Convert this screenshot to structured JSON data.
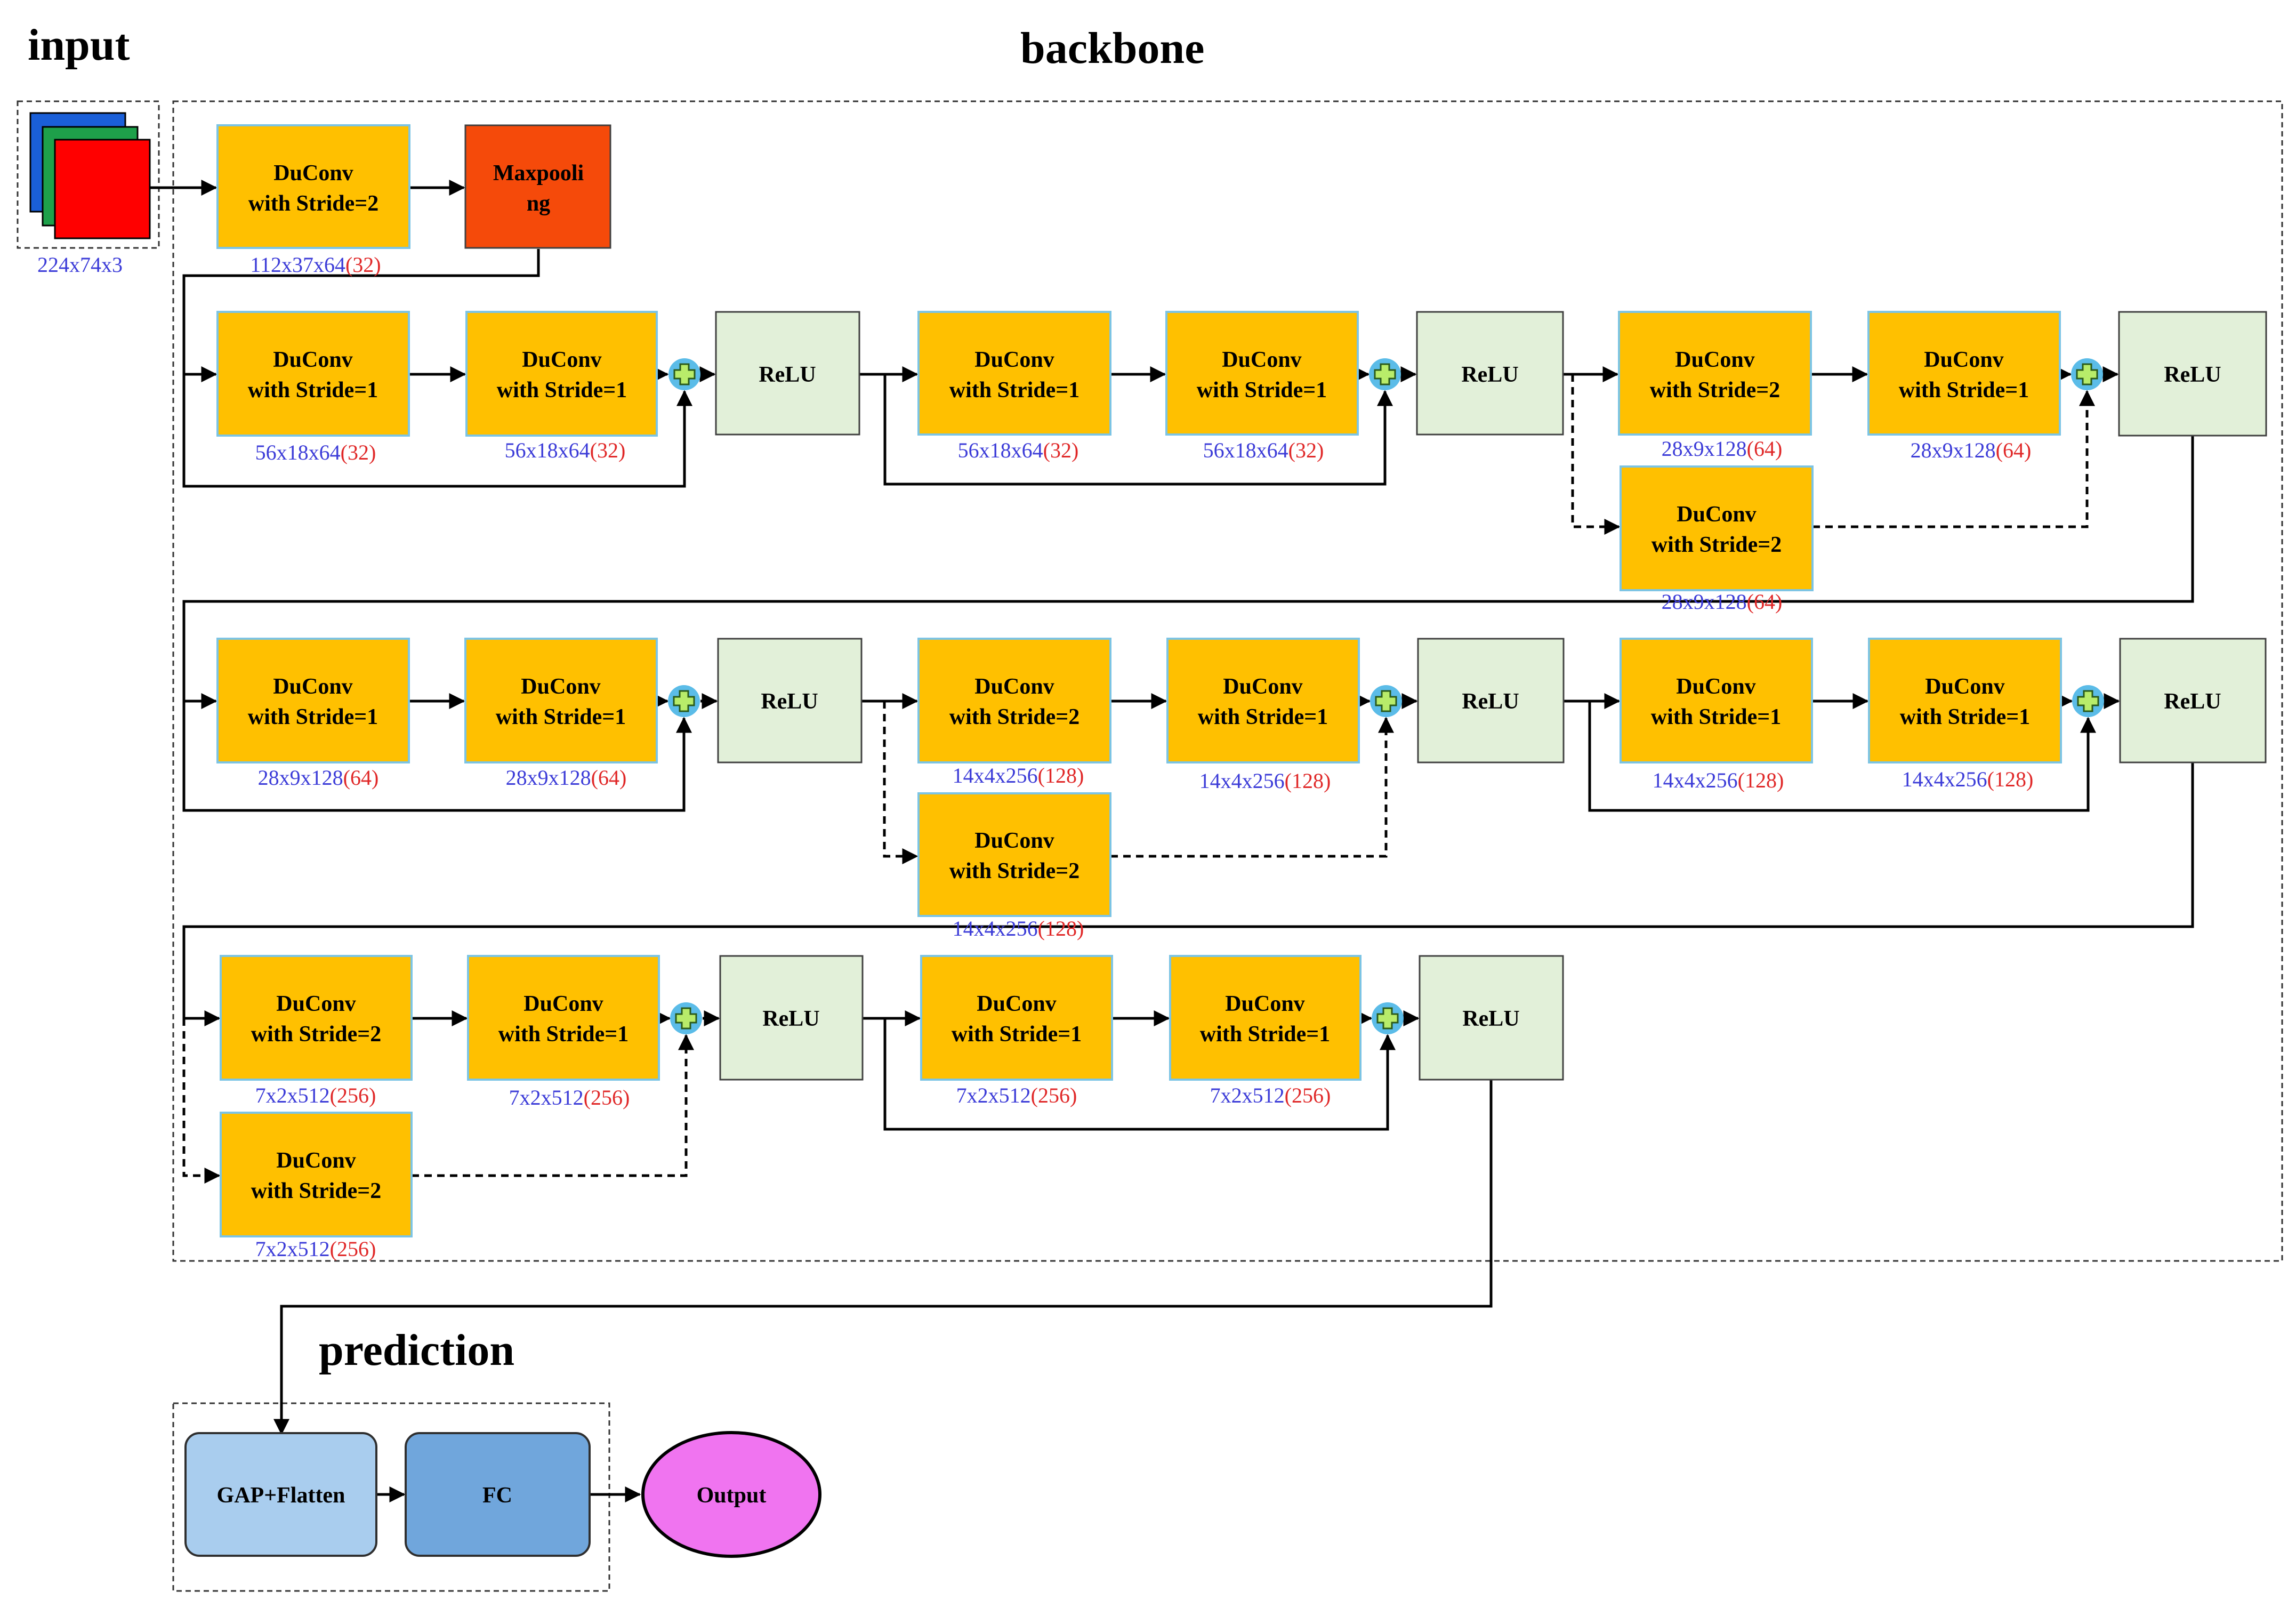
{
  "titles": {
    "input": "input",
    "backbone": "backbone",
    "prediction": "prediction"
  },
  "colors": {
    "duconv": "#ffc000",
    "relu": "#e2f0d9",
    "maxpool": "#f54a0a",
    "gap": "#a9cdee",
    "fc": "#70a6dc",
    "output": "#f074f0",
    "adder": "#5bbce8",
    "dim_blue": "#3c3cd8",
    "dim_red": "#e02828"
  },
  "input_block": {
    "dims": "224x74x3"
  },
  "stem": {
    "duconv": {
      "line1": "DuConv",
      "line2": "with Stride=2",
      "dims": "112x37x64",
      "ch": "(32)"
    },
    "maxpool": {
      "line1": "Maxpooli",
      "line2": "ng"
    }
  },
  "conv": {
    "c1": {
      "line1": "DuConv",
      "line2": "with Stride=1",
      "dims": "56x18x64",
      "ch": "(32)"
    },
    "c2": {
      "line1": "DuConv",
      "line2": "with Stride=1",
      "dims": "56x18x64",
      "ch": "(32)"
    },
    "c3": {
      "line1": "DuConv",
      "line2": "with Stride=1",
      "dims": "56x18x64",
      "ch": "(32)"
    },
    "c4": {
      "line1": "DuConv",
      "line2": "with Stride=1",
      "dims": "56x18x64",
      "ch": "(32)"
    },
    "c5": {
      "line1": "DuConv",
      "line2": "with Stride=2",
      "dims": "28x9x128",
      "ch": "(64)"
    },
    "c6": {
      "line1": "DuConv",
      "line2": "with Stride=1",
      "dims": "28x9x128",
      "ch": "(64)"
    },
    "s1": {
      "line1": "DuConv",
      "line2": "with Stride=2",
      "dims": "28x9x128",
      "ch": "(64)"
    },
    "c7": {
      "line1": "DuConv",
      "line2": "with Stride=1",
      "dims": "28x9x128",
      "ch": "(64)"
    },
    "c8": {
      "line1": "DuConv",
      "line2": "with Stride=1",
      "dims": "28x9x128",
      "ch": "(64)"
    },
    "c9": {
      "line1": "DuConv",
      "line2": "with Stride=2",
      "dims": "14x4x256",
      "ch": "(128)"
    },
    "c10": {
      "line1": "DuConv",
      "line2": "with Stride=1",
      "dims": "14x4x256",
      "ch": "(128)"
    },
    "s2": {
      "line1": "DuConv",
      "line2": "with Stride=2",
      "dims": "14x4x256",
      "ch": "(128)"
    },
    "c11": {
      "line1": "DuConv",
      "line2": "with Stride=1",
      "dims": "14x4x256",
      "ch": "(128)"
    },
    "c12": {
      "line1": "DuConv",
      "line2": "with Stride=1",
      "dims": "14x4x256",
      "ch": "(128)"
    },
    "c13": {
      "line1": "DuConv",
      "line2": "with Stride=2",
      "dims": "7x2x512",
      "ch": "(256)"
    },
    "c14": {
      "line1": "DuConv",
      "line2": "with Stride=1",
      "dims": "7x2x512",
      "ch": "(256)"
    },
    "s3": {
      "line1": "DuConv",
      "line2": "with Stride=2",
      "dims": "7x2x512",
      "ch": "(256)"
    },
    "c15": {
      "line1": "DuConv",
      "line2": "with Stride=1",
      "dims": "7x2x512",
      "ch": "(256)"
    },
    "c16": {
      "line1": "DuConv",
      "line2": "with Stride=1",
      "dims": "7x2x512",
      "ch": "(256)"
    }
  },
  "relu_label": "ReLU",
  "prediction_head": {
    "gap": "GAP+Flatten",
    "fc": "FC",
    "output": "Output"
  }
}
